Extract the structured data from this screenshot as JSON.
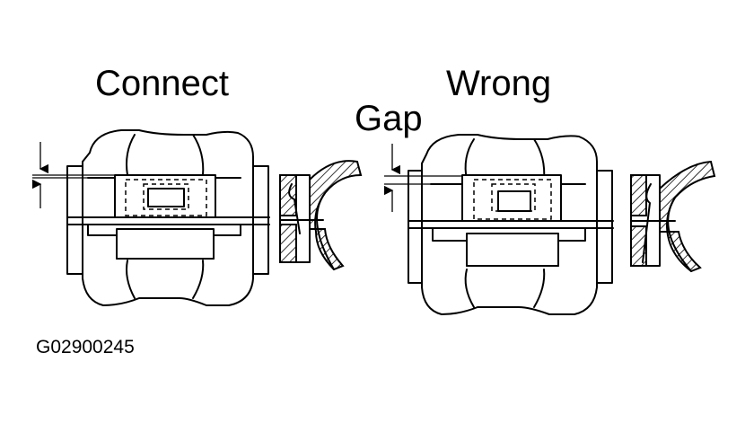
{
  "labels": {
    "connect": "Connect",
    "wrong": "Wrong",
    "gap": "Gap",
    "figure_code": "G02900245"
  }
}
